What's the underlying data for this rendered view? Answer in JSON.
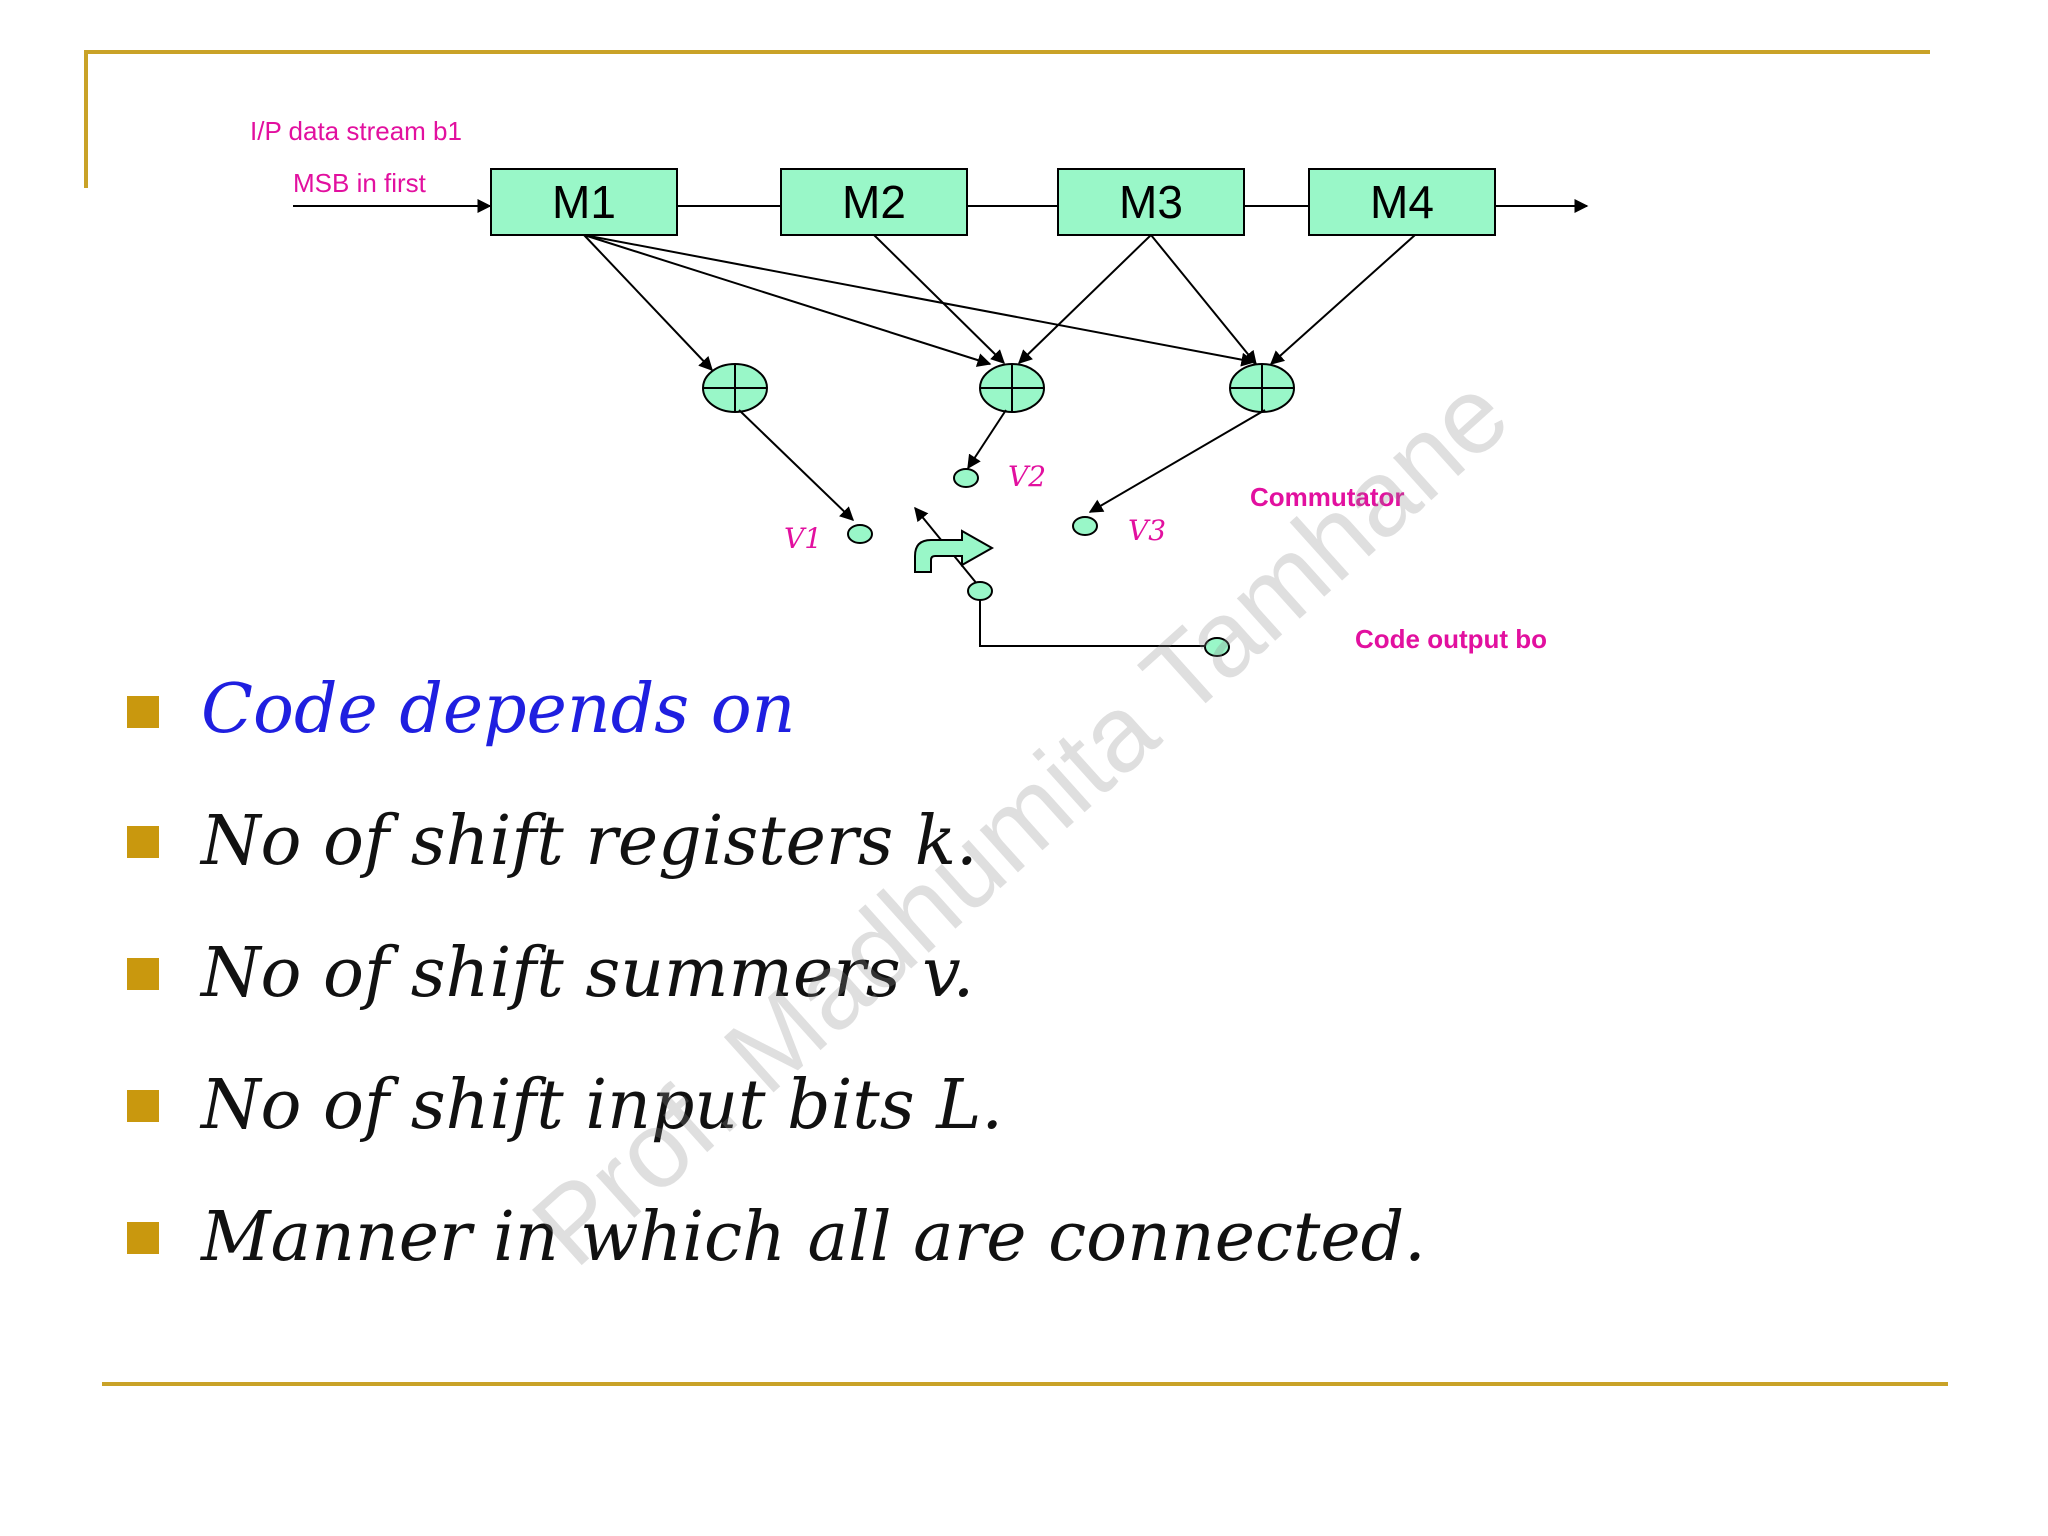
{
  "diagram": {
    "input_label_1": "I/P data stream b1",
    "input_label_2": "MSB in first",
    "registers": [
      "M1",
      "M2",
      "M3",
      "M4"
    ],
    "outputs": [
      "V1",
      "V2",
      "V3"
    ],
    "commutator_label": "Commutator",
    "code_output_label": "Code output bo"
  },
  "bullets": [
    "Code depends on",
    "No of shift registers k.",
    "No of shift summers v.",
    "No of shift input bits L.",
    "Manner in which all are connected."
  ],
  "watermark": "Prof. Madhumita Tamhane",
  "colors": {
    "accent_rule": "#c9a227",
    "register_fill": "#99f7c8",
    "label_magenta": "#e2109f",
    "first_bullet_blue": "#1f1fe0"
  }
}
